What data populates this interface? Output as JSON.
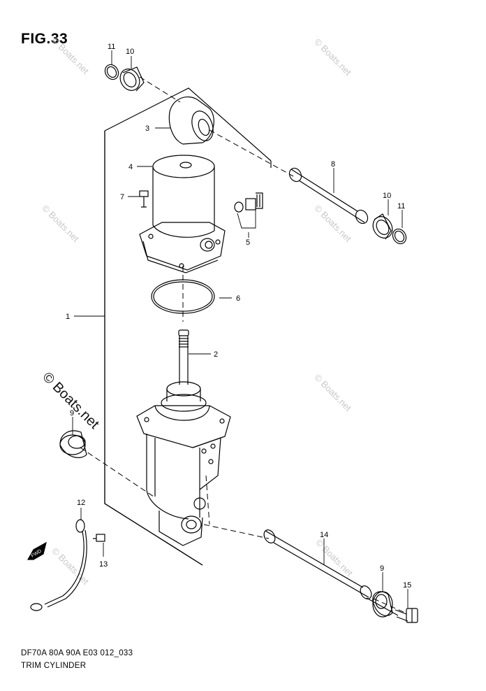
{
  "figure": {
    "title": "FIG.33",
    "caption_line1": "DF70A 80A 90A E03 012_033",
    "caption_line2": "TRIM CYLINDER"
  },
  "watermark": {
    "text": "© Boats.net"
  },
  "callouts": {
    "c1": "1",
    "c2": "2",
    "c3": "3",
    "c4": "4",
    "c5": "5",
    "c6": "6",
    "c7": "7",
    "c8": "8",
    "c9a": "9",
    "c9b": "9",
    "c10a": "10",
    "c10b": "10",
    "c11a": "11",
    "c11b": "11",
    "c12": "12",
    "c13": "13",
    "c14": "14",
    "c15": "15"
  },
  "fwd_label": "FWD"
}
